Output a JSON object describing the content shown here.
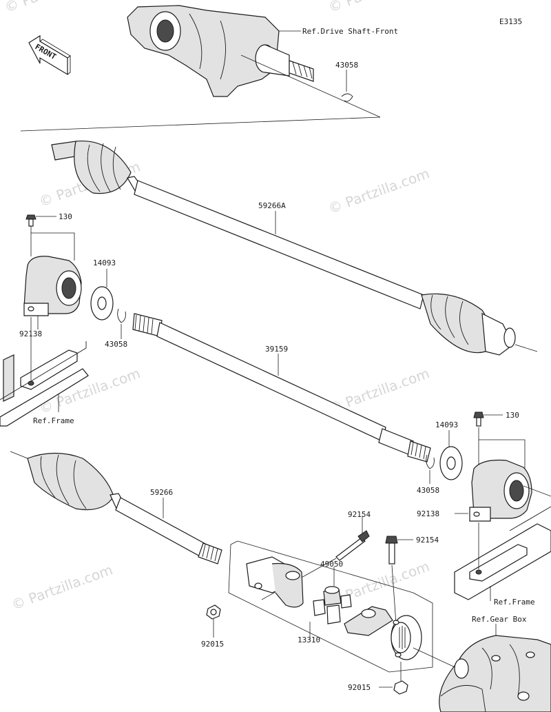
{
  "diagram_code": "E3135",
  "front_badge": "FRONT",
  "watermark": "© Partzilla.com",
  "ref_labels": {
    "drive_shaft_front": "Ref.Drive Shaft-Front",
    "frame_left": "Ref.Frame",
    "frame_right": "Ref.Frame",
    "gear_box": "Ref.Gear Box"
  },
  "part_numbers": {
    "snap_ring_top": "43058",
    "shaft_59266a": "59266A",
    "bolt_130_left": "130",
    "washer_14093_left": "14093",
    "bearing_92138_left": "92138",
    "snap_ring_left": "43058",
    "shaft_39159": "39159",
    "bolt_130_right": "130",
    "washer_14093_right": "14093",
    "snap_ring_right": "43058",
    "bearing_92138_right": "92138",
    "shaft_59266": "59266",
    "bolt_92154_a": "92154",
    "bolt_92154_b": "92154",
    "joint_49050": "49050",
    "nut_92015_a": "92015",
    "joint_13310": "13310",
    "nut_92015_b": "92015"
  }
}
